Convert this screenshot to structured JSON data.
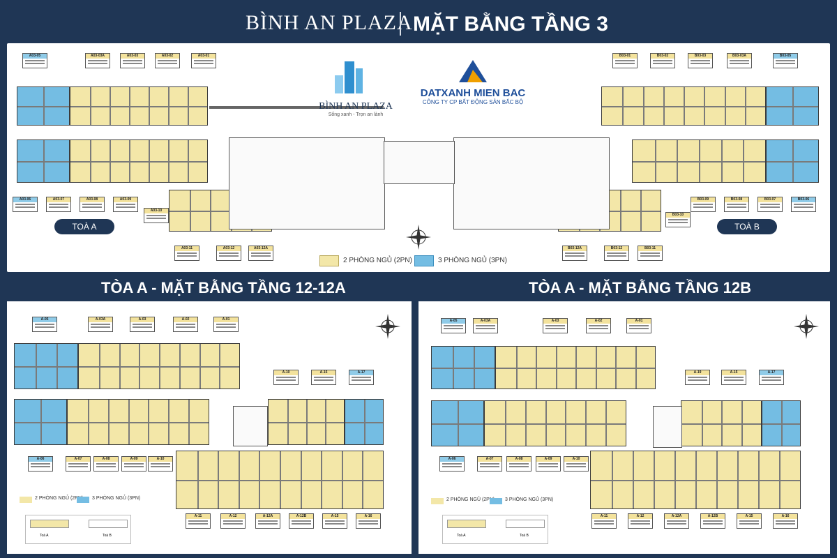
{
  "header": {
    "brand": "BÌNH AN PLAZA",
    "title": "MẶT BẰNG TẦNG 3"
  },
  "logo_binhan": {
    "name": "BÌNH AN PLAZA",
    "tagline": "Sống xanh - Trọn an lành"
  },
  "logo_datxanh": {
    "name": "DATXANH MIEN BAC",
    "subtitle": "CÔNG TY CP BẤT ĐỘNG SẢN BẮC BỘ"
  },
  "top_plan": {
    "tower_a_label": "TOÀ A",
    "tower_b_label": "TOÀ B",
    "legend_2pn": "2 PHÒNG NGỦ (2PN)",
    "legend_3pn": "3 PHÒNG NGỦ (3PN)",
    "units_a_top": [
      "A03-05",
      "A03-03A",
      "A03-03",
      "A03-02",
      "A03-01"
    ],
    "units_a_bottom": [
      "A03-06",
      "A03-07",
      "A03-08",
      "A03-09",
      "A03-10"
    ],
    "units_a_lower": [
      "A03-11",
      "A03-12",
      "A03-12A"
    ],
    "units_b_top": [
      "B03-01",
      "B03-02",
      "B03-03",
      "B03-03A",
      "B03-05"
    ],
    "units_b_bottom": [
      "B03-09",
      "B03-08",
      "B03-07",
      "B03-06",
      "B03-10"
    ],
    "units_b_lower": [
      "B03-12A",
      "B03-12",
      "B03-11"
    ]
  },
  "section_left": {
    "title": "TÒA A - MẶT BẰNG TẦNG 12-12A",
    "legend_2pn": "2 PHÒNG NGỦ (2PN)",
    "legend_3pn": "3 PHÒNG NGỦ (3PN)",
    "units_top": [
      "A-05",
      "A-03A",
      "A-03",
      "A-02",
      "A-01"
    ],
    "units_mid": [
      "A-10",
      "A-15",
      "A-17"
    ],
    "units_bottom": [
      "A-06",
      "A-07",
      "A-08",
      "A-09",
      "A-10"
    ],
    "units_lower": [
      "A-11",
      "A-12",
      "A-12A",
      "A-12B",
      "A-15",
      "A-16"
    ],
    "mini_a": "Toà A",
    "mini_b": "Toà B"
  },
  "section_right": {
    "title": "TÒA A - MẶT BẰNG TẦNG 12B",
    "legend_2pn": "2 PHÒNG NGỦ (2PN)",
    "legend_3pn": "3 PHÒNG NGỦ (3PN)",
    "units_top": [
      "A-05",
      "A-03A",
      "A-03",
      "A-02",
      "A-01"
    ],
    "units_mid": [
      "A-19",
      "A-15",
      "A-17"
    ],
    "units_bottom": [
      "A-06",
      "A-07",
      "A-08",
      "A-09",
      "A-10"
    ],
    "units_lower": [
      "A-11",
      "A-12",
      "A-12A",
      "A-12B",
      "A-15",
      "A-16"
    ],
    "mini_a": "Toà A",
    "mini_b": "Toà B"
  },
  "colors": {
    "navy": "#1f3655",
    "two_bedroom": "#f3e7a8",
    "three_bedroom": "#74bde3"
  }
}
